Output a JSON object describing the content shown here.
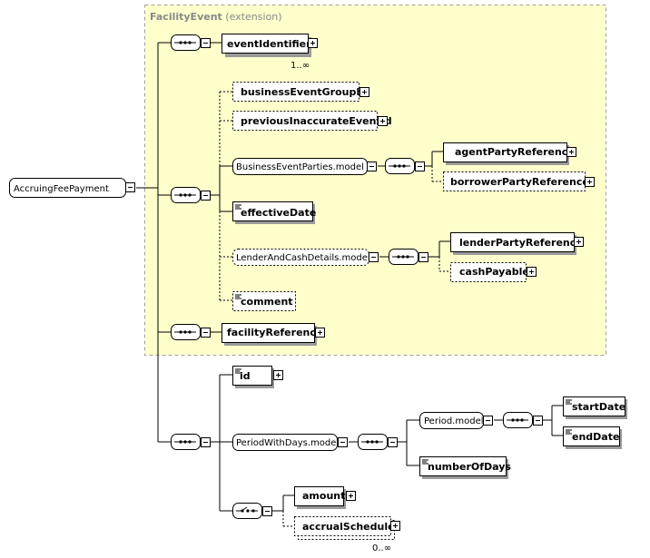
{
  "extension": {
    "name": "FacilityEvent",
    "suffix": "(extension)"
  },
  "root": {
    "label": "AccruingFeePayment"
  },
  "elements": {
    "eventIdentifier": {
      "label": "eventIdentifier",
      "occurs": "1..∞"
    },
    "businessEventGroupId": {
      "label": "businessEventGroupId"
    },
    "previousInaccurateEventId": {
      "label": "previousInaccurateEventId"
    },
    "businessEventPartiesModel": {
      "label": "BusinessEventParties.model"
    },
    "agentPartyReference": {
      "label": "agentPartyReference"
    },
    "borrowerPartyReference": {
      "label": "borrowerPartyReference"
    },
    "effectiveDate": {
      "label": "effectiveDate"
    },
    "lenderAndCashDetailsModel": {
      "label": "LenderAndCashDetails.model"
    },
    "lenderPartyReference": {
      "label": "lenderPartyReference"
    },
    "cashPayable": {
      "label": "cashPayable"
    },
    "comment": {
      "label": "comment"
    },
    "facilityReference": {
      "label": "facilityReference"
    },
    "id": {
      "label": "id"
    },
    "periodWithDaysModel": {
      "label": "PeriodWithDays.model"
    },
    "periodModel": {
      "label": "Period.model"
    },
    "startDate": {
      "label": "startDate"
    },
    "endDate": {
      "label": "endDate"
    },
    "numberOfDays": {
      "label": "numberOfDays"
    },
    "amount": {
      "label": "amount"
    },
    "accrualSchedule": {
      "label": "accrualSchedule",
      "occurs": "0..∞"
    }
  },
  "colors": {
    "extension_fill": "#ffffcc",
    "extension_border": "#a0a0a0"
  }
}
